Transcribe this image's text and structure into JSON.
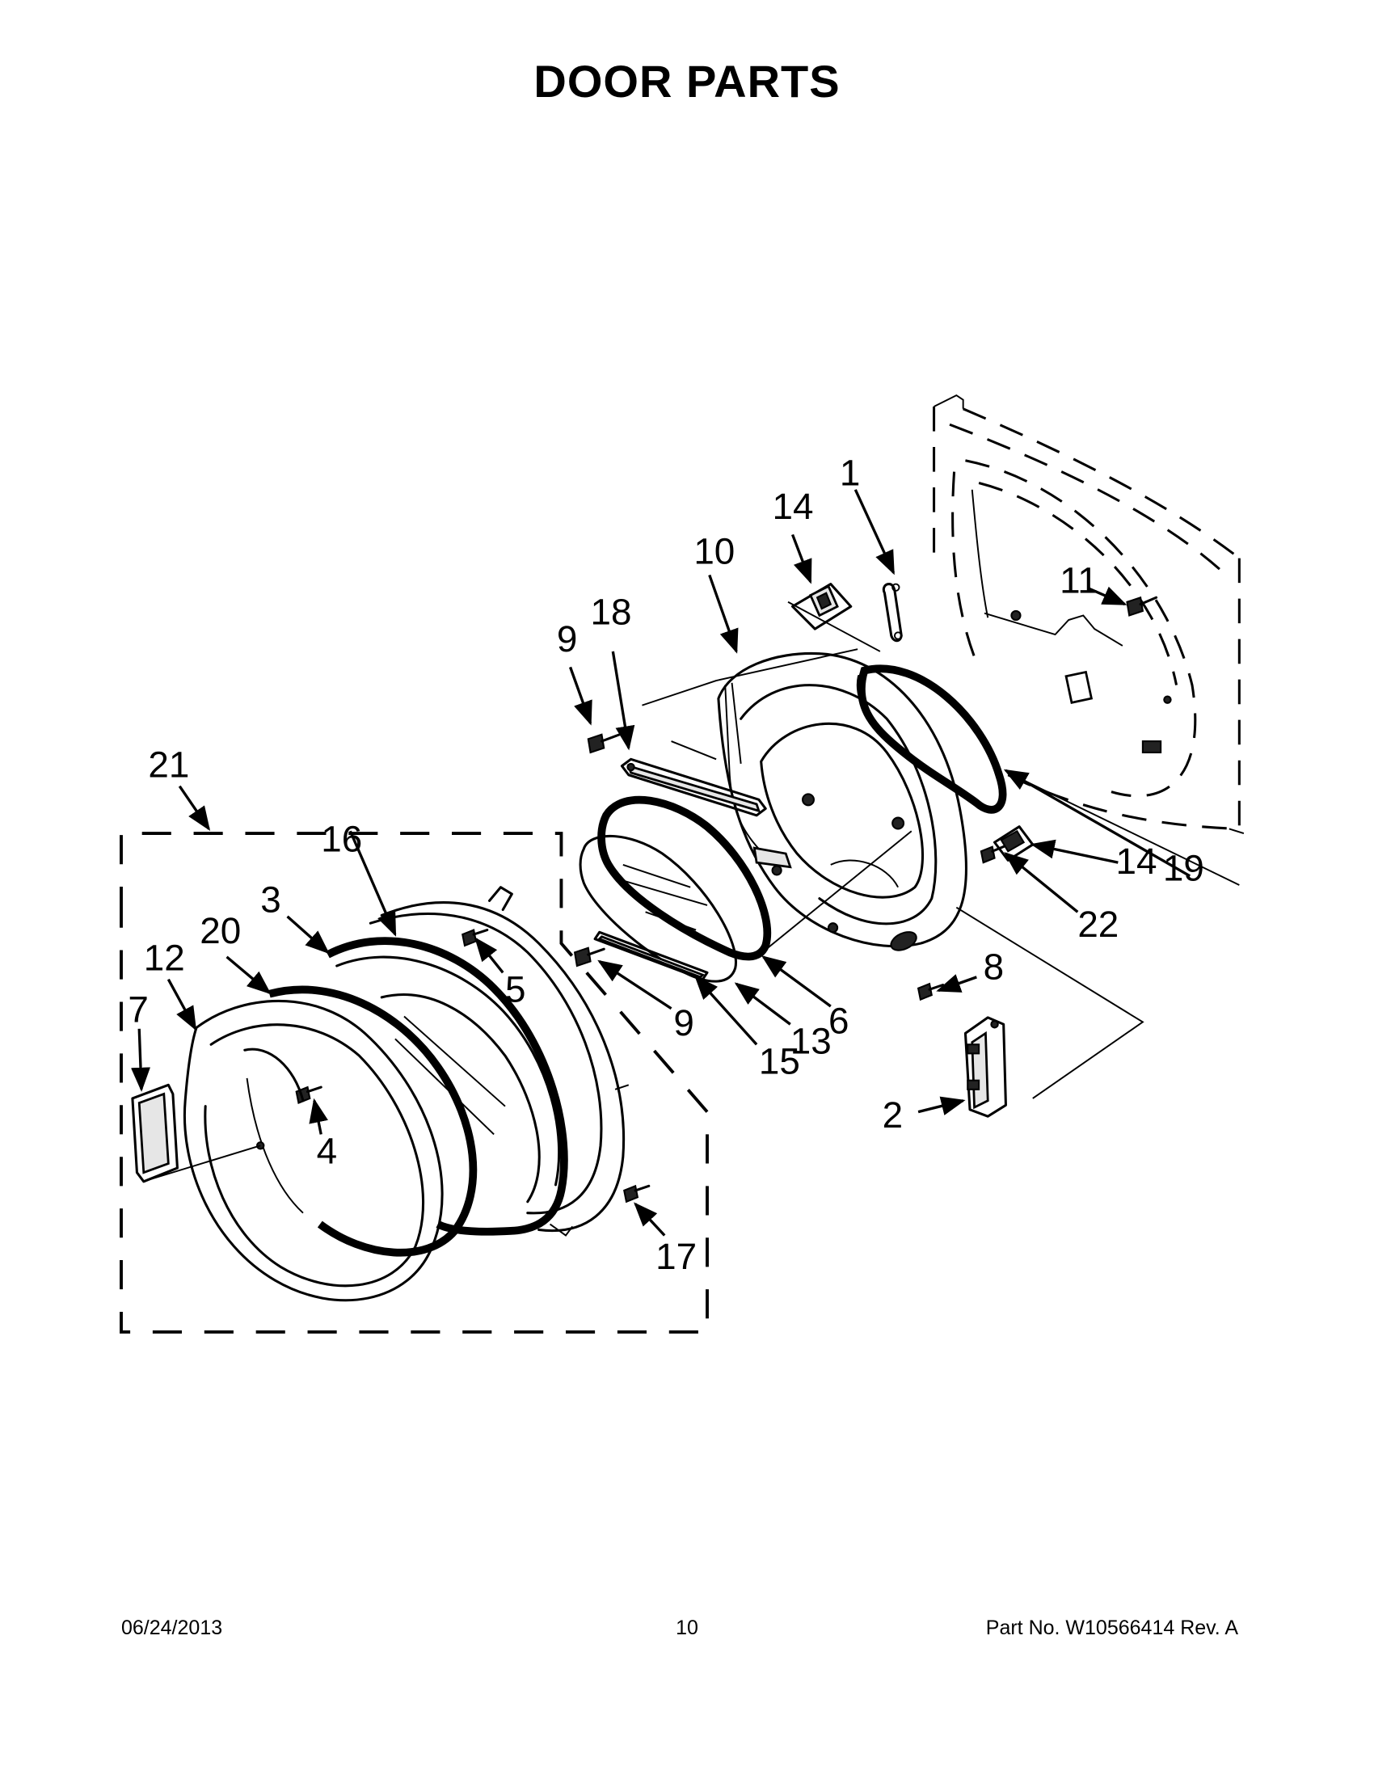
{
  "title": "DOOR PARTS",
  "callouts": {
    "c1": "1",
    "c2": "2",
    "c3": "3",
    "c4": "4",
    "c5": "5",
    "c6": "6",
    "c7": "7",
    "c8": "8",
    "c9a": "9",
    "c9b": "9",
    "c10": "10",
    "c11": "11",
    "c12": "12",
    "c13": "13",
    "c14a": "14",
    "c14b": "14",
    "c15": "15",
    "c16": "16",
    "c17": "17",
    "c18": "18",
    "c19": "19",
    "c20": "20",
    "c21": "21",
    "c22": "22"
  },
  "footer": {
    "date": "06/24/2013",
    "page": "10",
    "part_number": "Part No.  W10566414  Rev.  A"
  }
}
